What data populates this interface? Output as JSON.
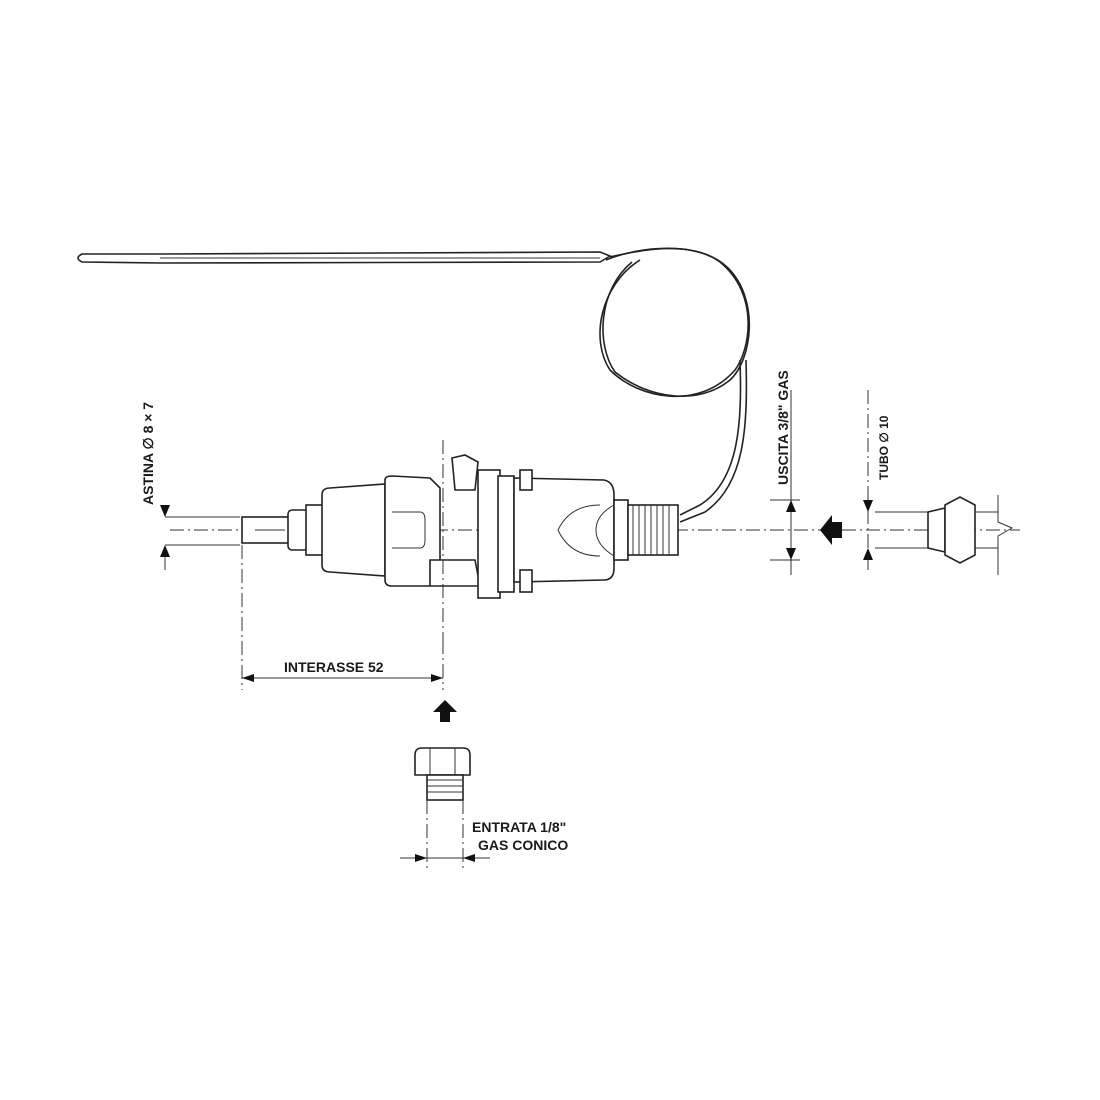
{
  "labels": {
    "astina": "ASTINA ∅ 8 × 7",
    "uscita": "USCITA 3/8\" GAS",
    "tubo": "TUBO ∅ 10",
    "interasse": "INTERASSE 52",
    "entrata_line1": "ENTRATA 1/8\"",
    "entrata_line2": "GAS CONICO"
  },
  "colors": {
    "ink": "#222222",
    "background": "#ffffff"
  }
}
